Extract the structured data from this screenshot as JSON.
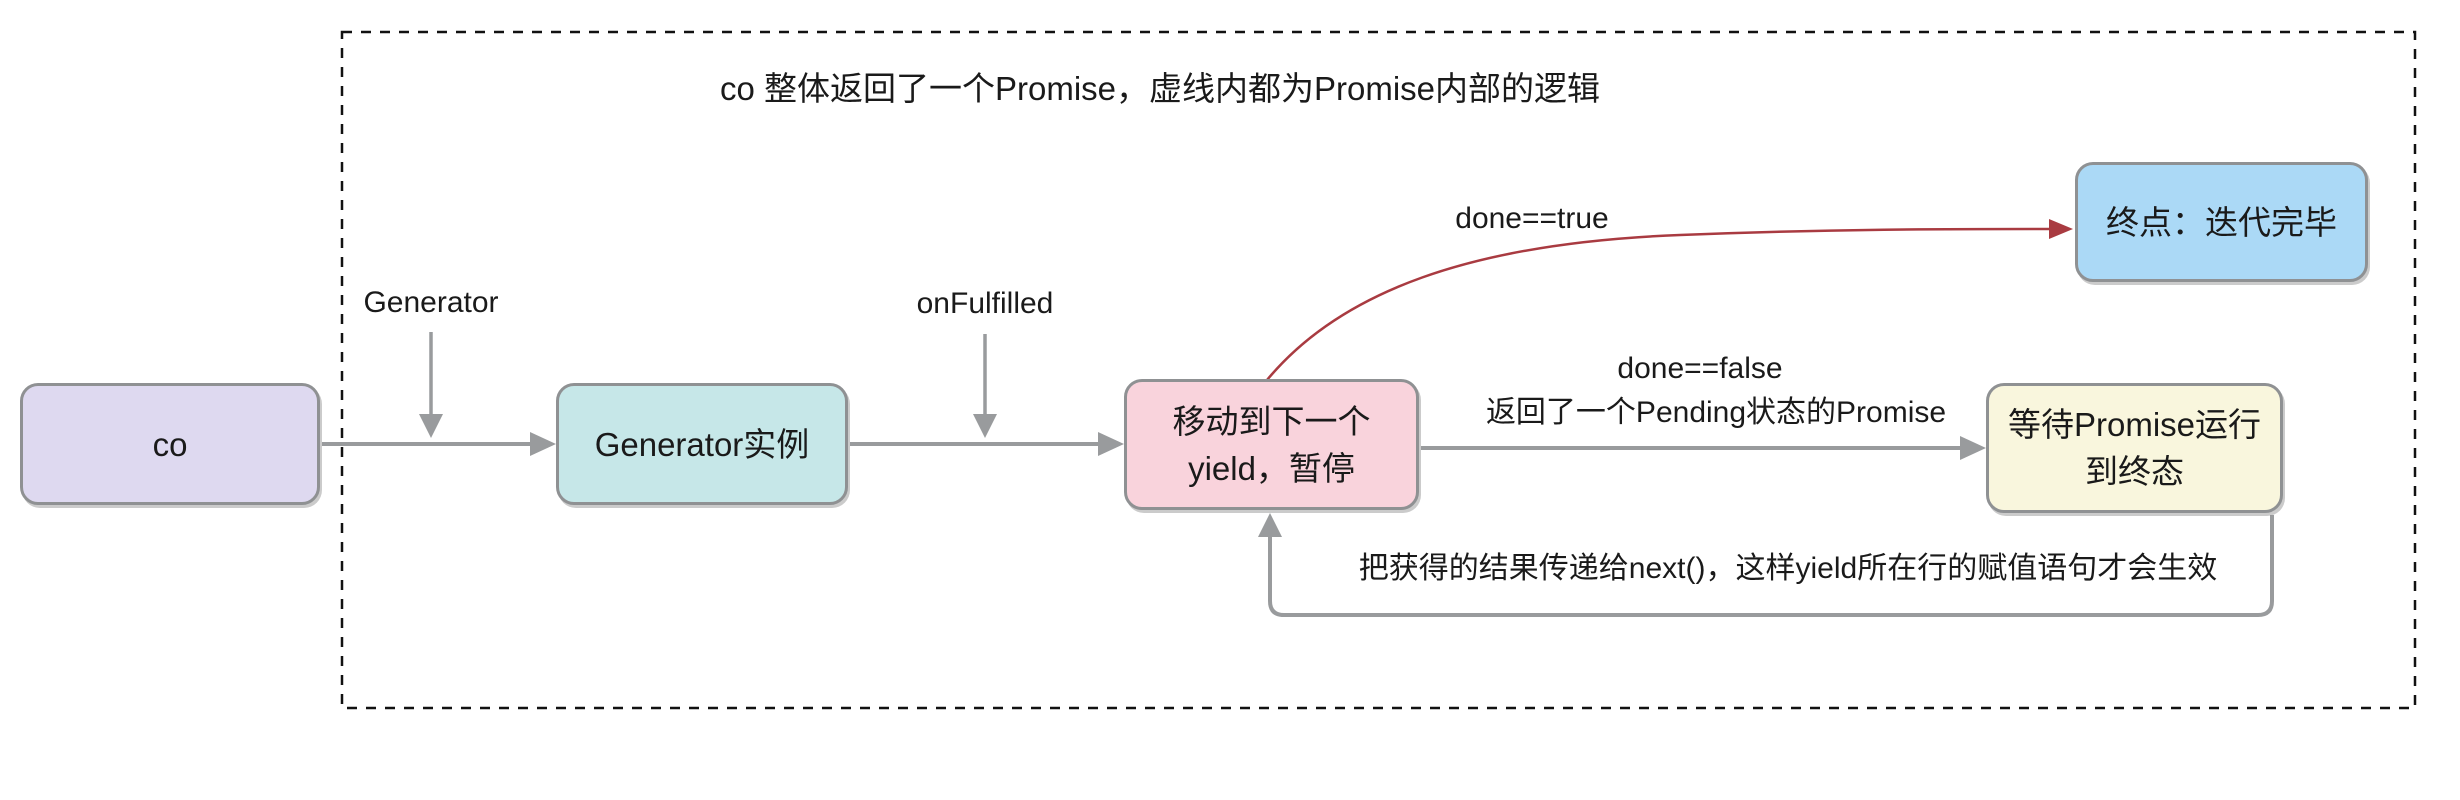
{
  "title": "co 整体返回了一个Promise，虚线内都为Promise内部的逻辑",
  "nodes": {
    "co": {
      "label": "co",
      "fill": "#ded9f0"
    },
    "generator_instance": {
      "label": "Generator实例",
      "fill": "#c6e7e8"
    },
    "move_to_next_yield": {
      "line1": "移动到下一个",
      "line2": "yield，暂停",
      "fill": "#f9d3dc"
    },
    "end_iteration_done": {
      "label": "终点：迭代完毕",
      "fill": "#abd9f6"
    },
    "wait_promise_settle": {
      "line1": "等待Promise运行",
      "line2": "到终态",
      "fill": "#f9f6dd"
    }
  },
  "edge_labels": {
    "generator": "Generator",
    "on_fulfilled": "onFulfilled",
    "done_true": "done==true",
    "done_false": "done==false",
    "pending_promise": "返回了一个Pending状态的Promise",
    "pass_result": "把获得的结果传递给next()，这样yield所在行的赋值语句才会生效"
  },
  "colors": {
    "edge": "#999b9d",
    "edgeRed": "#a93b41",
    "nodeBorder": "#8f9193",
    "dash": "#111111",
    "text": "#1a1a1a",
    "background": "#ffffff"
  }
}
